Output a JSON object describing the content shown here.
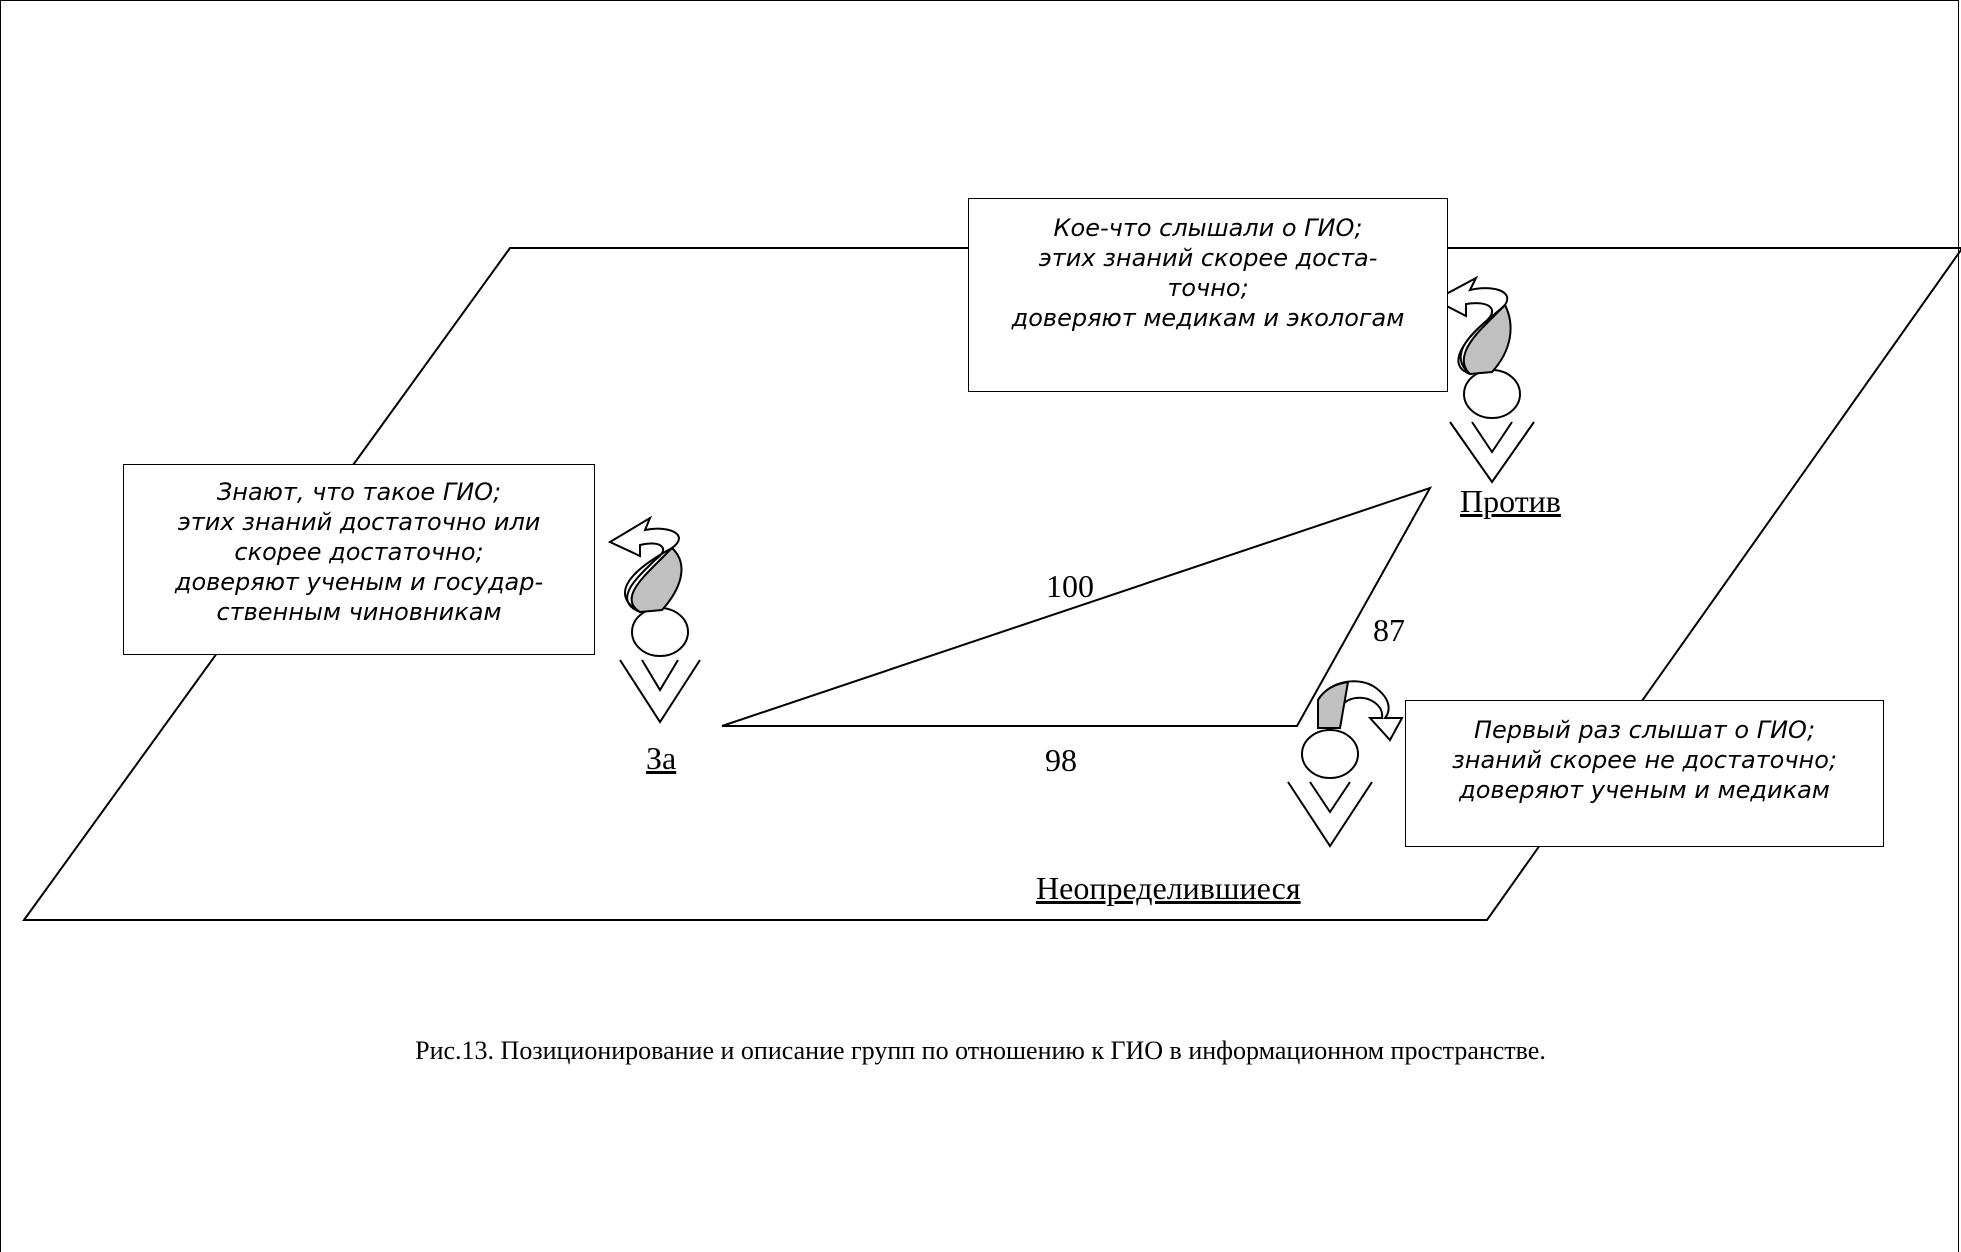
{
  "groups": {
    "za": {
      "label": "За",
      "lines": [
        "Знают, что такое ГИО;",
        "этих знаний достаточно или",
        "скорее достаточно;",
        "доверяют ученым и государ-",
        "ственным чиновникам"
      ]
    },
    "protiv": {
      "label": "Против",
      "lines": [
        "Кое-что слышали о ГИО;",
        "этих знаний скорее доста-",
        "точно;",
        "доверяют медикам и экологам"
      ]
    },
    "neopr": {
      "label": "Неопределившиеся",
      "lines": [
        "Первый раз слышат о ГИО;",
        "знаний скорее не достаточно;",
        "доверяют ученым и медикам"
      ]
    }
  },
  "distances": {
    "za_protiv": "100",
    "protiv_neopr": "87",
    "za_neopr": "98"
  },
  "caption": "Рис.13. Позиционирование и описание групп по отношению к ГИО в информационном пространстве.",
  "colors": {
    "line": "#000000",
    "arrow_fill": "#c0c0c0",
    "box_bg": "#ffffff"
  }
}
